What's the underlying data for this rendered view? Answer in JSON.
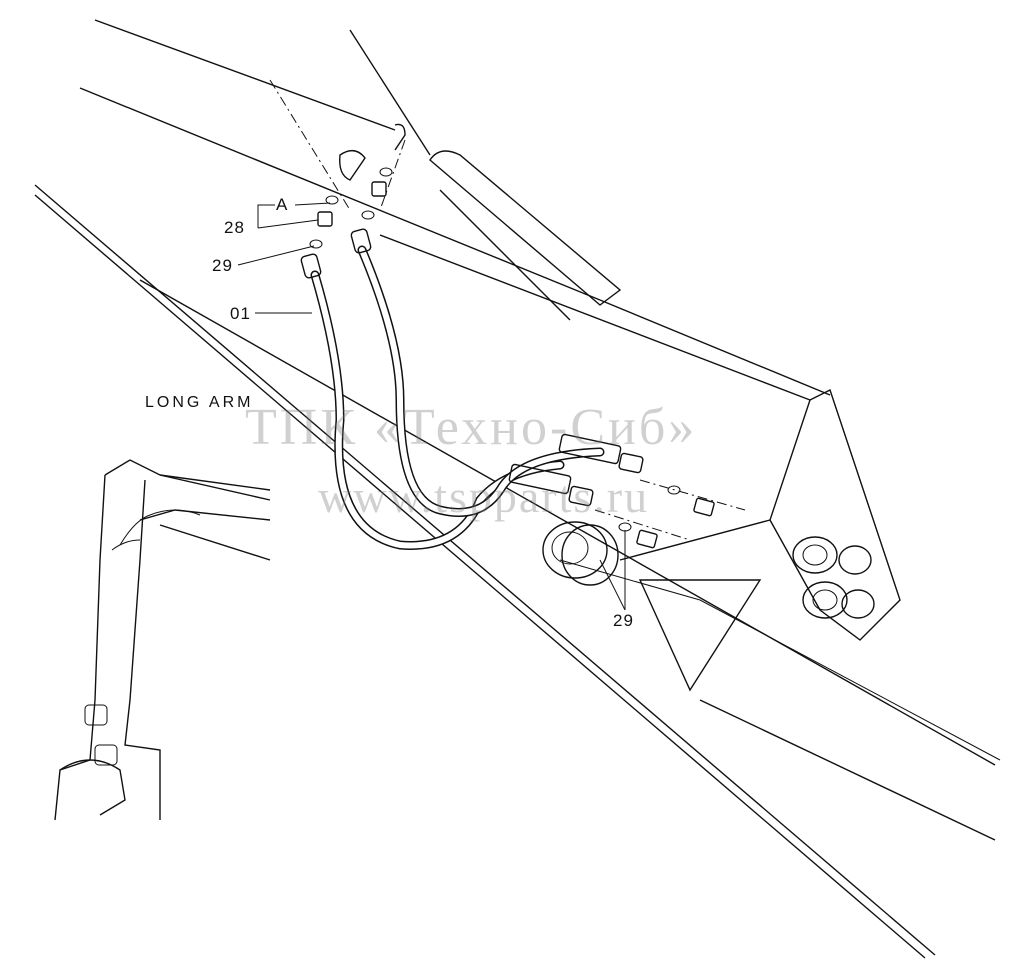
{
  "labels": {
    "view_title": "LONG  ARM",
    "detail_ref": "A",
    "part_28": "28",
    "part_29_top": "29",
    "part_01": "01",
    "part_29_bottom": "29"
  },
  "watermark": {
    "line1": "ТПК «Техно-Сиб»",
    "line2": "www.tspparts.ru"
  },
  "colors": {
    "ink": "#111111",
    "paper": "#ffffff",
    "watermark": "#9a9a9a"
  }
}
